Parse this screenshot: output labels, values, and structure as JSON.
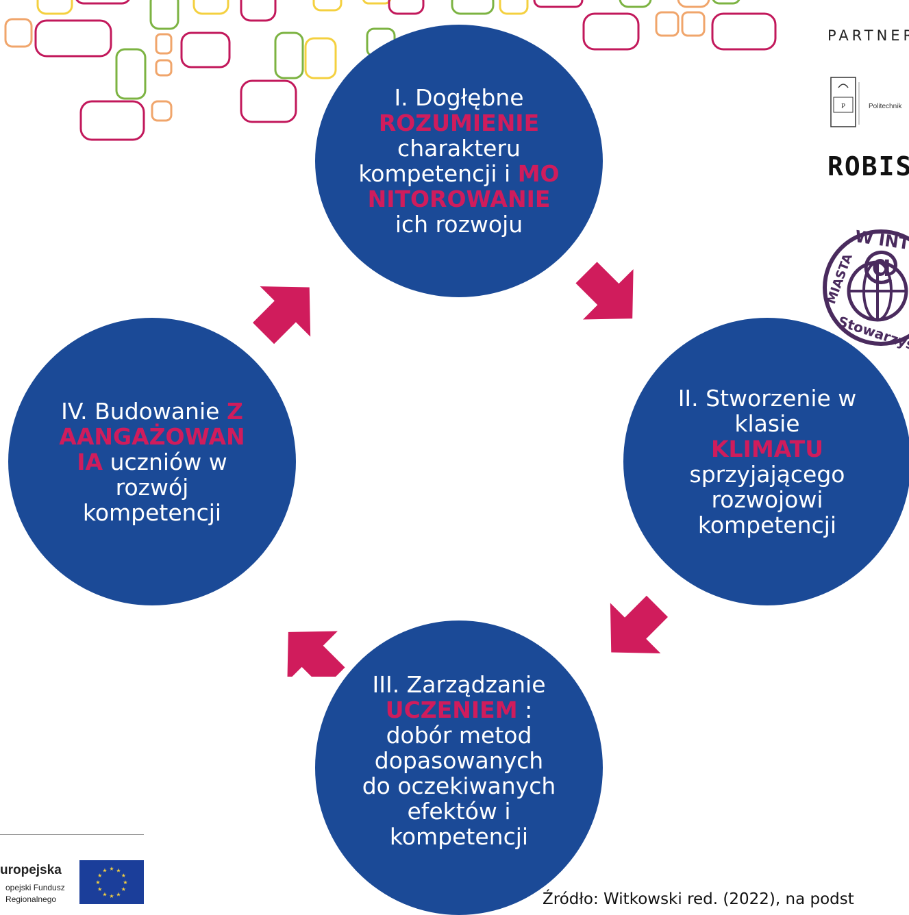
{
  "colors": {
    "circle": "#1b4a97",
    "highlight": "#d01c5c",
    "arrow": "#d01c5c",
    "deco_red": "#c2185b",
    "deco_green": "#7cb342",
    "deco_yellow": "#f4d03f",
    "deco_orange": "#f0a56b"
  },
  "circles": {
    "top": {
      "pre": "I. Dogłębne",
      "hl1": "ROZUMIENIE",
      "mid": "charakteru kompetencji i",
      "hl2": "MONITOROWANIE",
      "post": "ich rozwoju"
    },
    "right": {
      "pre": "II. Stworzenie w klasie",
      "hl1": "KLIMATU",
      "post": "sprzyjającego rozwojowi kompetencji"
    },
    "bottom": {
      "pre": "III. Zarządzanie",
      "hl1": "UCZENIEM",
      "post": ": dobór metod dopasowanych do oczekiwanych efektów i kompetencji"
    },
    "left": {
      "pre": "IV. Budowanie",
      "hl1": "ZAANGAŻOWANIA",
      "post": "uczniów w rozwój kompetencji"
    }
  },
  "partners": {
    "title": "PARTNER",
    "politechnika": "Politechnik",
    "robisz": "ROBISZ",
    "miasta_top": "W INT",
    "miasta_left": "MIASTA",
    "miasta_bottom": "Stowarzys"
  },
  "footer": {
    "eu_title": "uropejska",
    "eu_sub1": "opejski Fundusz",
    "eu_sub2": "Regionalnego",
    "source": "Źródło: Witkowski red. (2022), na podst"
  }
}
